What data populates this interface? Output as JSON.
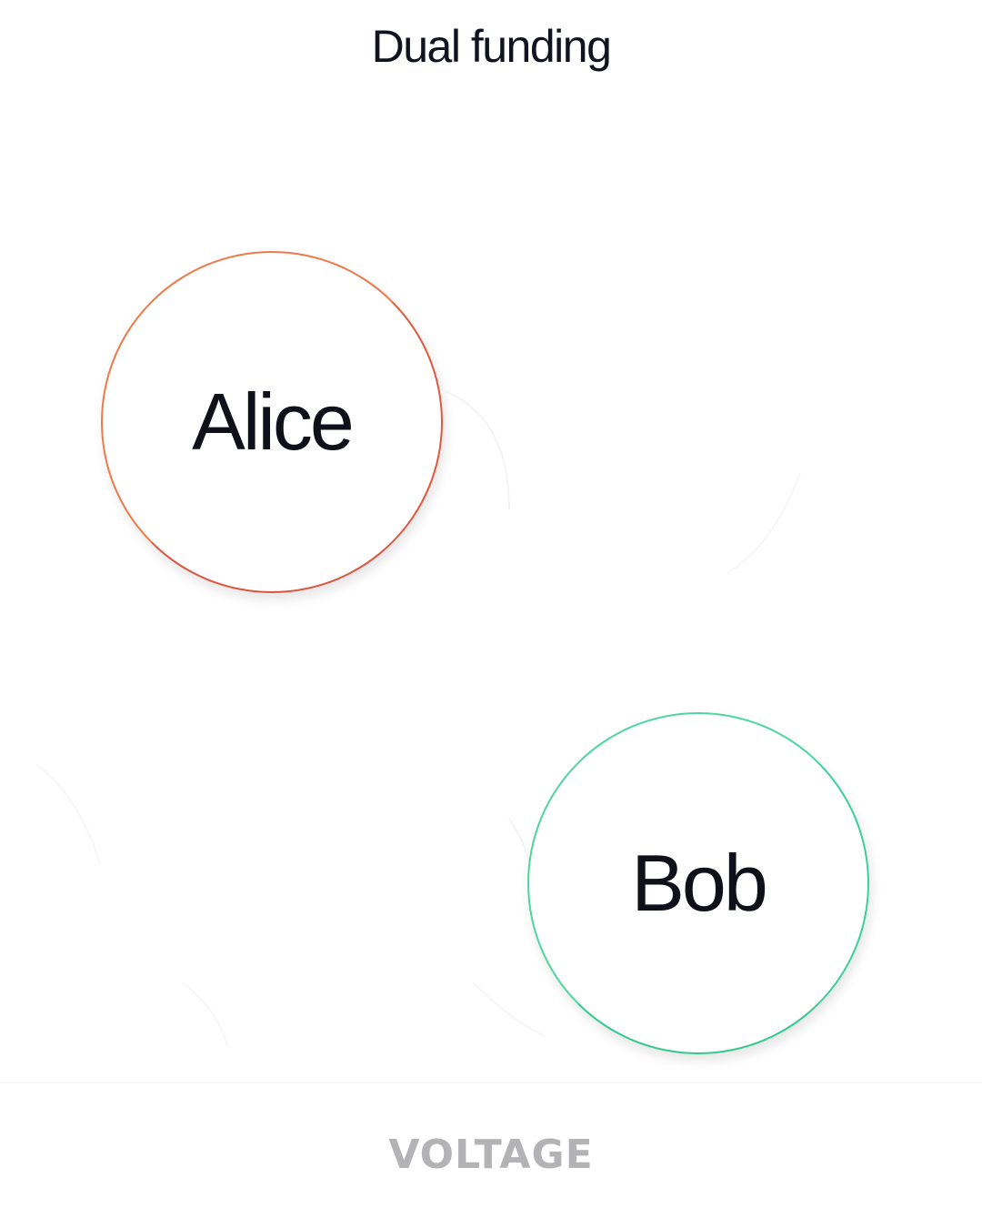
{
  "diagram": {
    "title": "Dual funding",
    "nodes": [
      {
        "id": "alice",
        "label": "Alice",
        "color": "#e8683f"
      },
      {
        "id": "bob",
        "label": "Bob",
        "color": "#3fcf9b"
      }
    ]
  },
  "footer": {
    "logo_text": "VOLTAGE",
    "logo_color": "#b3b3b6"
  }
}
